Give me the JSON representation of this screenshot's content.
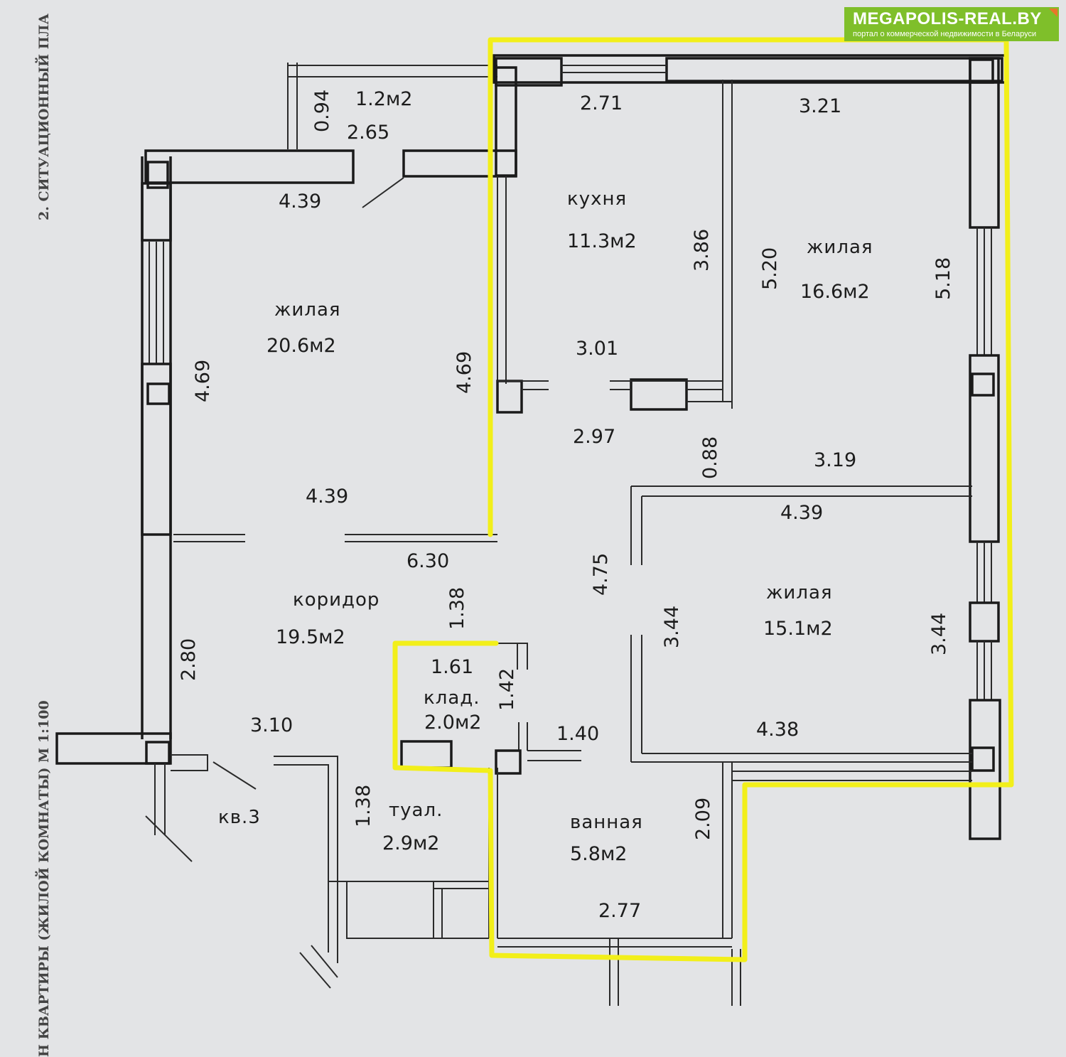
{
  "side_text": {
    "top": "2. СИТУАЦИОННЫЙ ПЛА",
    "bottom": "Н КВАРТИРЫ (ЖИЛОЙ КОМНАТЫ) М 1:100"
  },
  "watermark": {
    "title": "MEGAPOLIS-REAL.BY",
    "subtitle": "портал о коммерческой недвижимости в Беларуси",
    "background": "#7fbf2a",
    "accent": "#e8762b"
  },
  "rooms": {
    "balcony": {
      "area": "1.2м2"
    },
    "kitchen": {
      "name": "кухня",
      "area": "11.3м2"
    },
    "living_left": {
      "name": "жилая",
      "area": "20.6м2"
    },
    "living_top_right": {
      "name": "жилая",
      "area": "16.6м2"
    },
    "living_bottom_right": {
      "name": "жилая",
      "area": "15.1м2"
    },
    "corridor": {
      "name": "коридор",
      "area": "19.5м2"
    },
    "storage": {
      "name": "клад.",
      "area": "2.0м2"
    },
    "toilet": {
      "name": "туал.",
      "area": "2.9м2"
    },
    "bathroom": {
      "name": "ванная",
      "area": "5.8м2"
    },
    "neighbor": {
      "name": "кв.3"
    }
  },
  "dimensions": {
    "balcony_depth": "0.94",
    "balcony_width": "2.65",
    "kitchen_width": "2.71",
    "living_tr_width": "3.21",
    "living_left_width_top": "4.39",
    "kitchen_depth": "3.86",
    "living_tr_depth_left": "5.20",
    "living_tr_depth_right": "5.18",
    "living_left_depth_left": "4.69",
    "living_left_depth_right": "4.69",
    "kitchen_bottom": "3.01",
    "passage_width": "2.97",
    "nook_depth": "0.88",
    "nook_width": "3.19",
    "living_left_width_bottom": "4.39",
    "living_br_width_top": "4.39",
    "corridor_length": "6.30",
    "corridor_depth": "4.75",
    "corridor_part": "1.38",
    "living_br_depth_left": "3.44",
    "living_br_depth_right": "3.44",
    "corridor_side": "2.80",
    "storage_width": "1.61",
    "storage_depth": "1.42",
    "entry_width": "3.10",
    "bath_door": "1.40",
    "living_br_width_bottom": "4.38",
    "toilet_depth": "1.38",
    "bath_depth": "2.09",
    "bath_width": "2.77"
  },
  "highlight_color": "#f2ef1a"
}
